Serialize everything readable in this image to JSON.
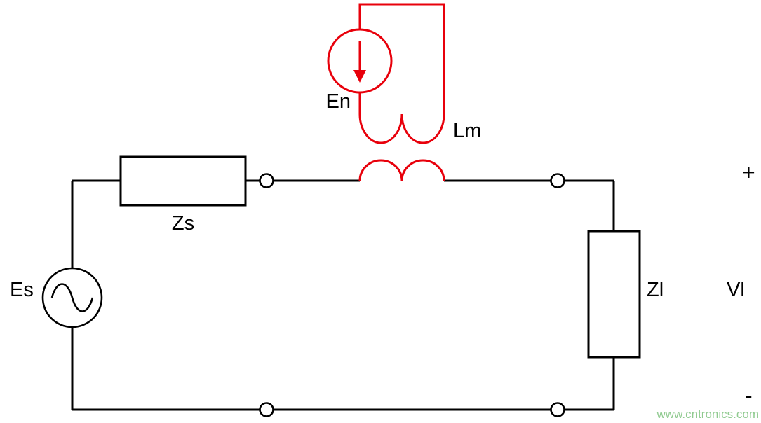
{
  "figure": {
    "type": "circuit-diagram",
    "description": "Noise source En inductively coupled through mutual inductance Lm into a signal circuit (Es, Zs, Zl) producing load voltage Vl",
    "labels": {
      "signal_source": "Es",
      "source_impedance": "Zs",
      "noise_source": "En",
      "mutual_inductance": "Lm",
      "load_impedance": "Zl",
      "load_voltage": "Vl",
      "polarity_plus": "+",
      "polarity_minus": "-"
    },
    "watermark": "www.cntronics.com",
    "colors": {
      "wire_black": "#000000",
      "noise_red": "#e8000b",
      "watermark_green": "#8fca8f",
      "background": "#ffffff"
    }
  }
}
